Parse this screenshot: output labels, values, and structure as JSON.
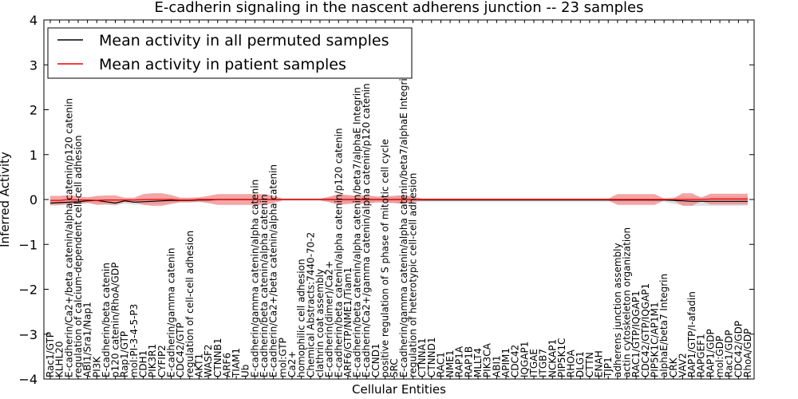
{
  "chart_data": {
    "type": "line",
    "title": "E-cadherin signaling in the nascent adherens junction -- 23 samples",
    "xlabel": "Cellular Entities",
    "ylabel": "Inferred Activity",
    "ylim": [
      -4,
      4
    ],
    "yticks": [
      "4",
      "3",
      "2",
      "1",
      "0",
      "−1",
      "−2",
      "−3",
      "−4"
    ],
    "grid": false,
    "legend_position": "top-left",
    "categories": [
      "Rac1/GTP",
      "KLHL20",
      "E-cadherin/Ca2+/beta catenin/alpha catenin/p120 catenin",
      "regulation of calcium-dependent cell-cell adhesion",
      "ABI1/Sra1/Nap1",
      "PI3K",
      "E-cadherin/beta catenin",
      "p120 catenin/RhoA/GDP",
      "Rap1/GTP",
      "mol:PI-3-4-5-P3",
      "CDH1",
      "PIK3R1",
      "CYFIP2",
      "E-cadherin/gamma catenin",
      "CDC42/GTP",
      "regulation of cell-cell adhesion",
      "AKT1",
      "WASF2",
      "CTNNB1",
      "ARF6",
      "TIAM1",
      "Ub",
      "E-cadherin/gamma catenin/alpha catenin",
      "E-cadherin/beta catenin/alpha catenin",
      "E-cadherin/Ca2+/beta catenin/alpha catenin",
      "mol:GTP",
      "Ca2+",
      "homophilic cell adhesion",
      "Chemical Abstracts:7440-70-2",
      "clathrin coat assembly",
      "E-cadherin(dimer)/Ca2+",
      "E-cadherin/beta catenin/alpha catenin/p120 catenin",
      "ARF6/GTP/NME1/Tiam1",
      "E-cadherin/beta catenin/alpha catenin/beta7/alphaE Integrin",
      "E-cadherin/Ca2+/gamma catenin/alpha catenin/p120 catenin",
      "CCND1",
      "positive regulation of S phase of mitotic cell cycle",
      "SRC",
      "E-cadherin/gamma catenin/alpha catenin/beta7/alphaE Integrin",
      "regulation of heterotypic cell-cell adhesion",
      "CTNNA1",
      "CTNND1",
      "RAC1",
      "NME1",
      "RAP1A",
      "RAP1B",
      "MLLT4",
      "PIK3CA",
      "ABI1",
      "APIM1",
      "CDC42",
      "IQGAP1",
      "ITGAE",
      "ITGB7",
      "NCKAP1",
      "PIP5K1C",
      "RHOA",
      "DLG1",
      "CTTN",
      "ENAH",
      "TJP1",
      "adherens junction assembly",
      "actin cytoskeleton organization",
      "RAC1/GTP/IQGAP1",
      "CDC42/GTP/IQGAP1",
      "PIP5K1C/AP1M1",
      "alphaE/beta7 Integrin",
      "CRK",
      "VAV2",
      "RAP1/GTP/I-afadin",
      "RAPGEF1",
      "RAP1/GDP",
      "mol:GDP",
      "Rac1/GDP",
      "CDC42/GDP",
      "RhoA/GDP"
    ],
    "series": [
      {
        "name": "Mean activity in all permuted samples",
        "color": "#000000",
        "band_color": "#bbbbbb",
        "values": [
          -0.08,
          -0.07,
          -0.06,
          -0.05,
          -0.03,
          -0.02,
          -0.05,
          -0.08,
          -0.03,
          -0.06,
          -0.05,
          -0.04,
          -0.03,
          -0.02,
          -0.02,
          -0.02,
          -0.01,
          -0.01,
          0.0,
          0.0,
          0.0,
          0.0,
          0.0,
          0.0,
          0.0,
          0.0,
          0.0,
          0.0,
          0.0,
          0.0,
          0.0,
          0.0,
          0.0,
          0.0,
          0.0,
          0.0,
          0.0,
          0.0,
          0.0,
          0.0,
          -0.01,
          -0.01,
          -0.01,
          -0.01,
          -0.01,
          -0.01,
          -0.01,
          -0.01,
          -0.01,
          -0.01,
          -0.01,
          -0.01,
          -0.01,
          -0.01,
          -0.01,
          -0.01,
          -0.01,
          -0.01,
          -0.01,
          -0.01,
          -0.01,
          -0.01,
          -0.01,
          -0.01,
          -0.01,
          -0.01,
          -0.01,
          -0.02,
          -0.03,
          -0.04,
          -0.04,
          -0.04,
          -0.04,
          -0.04,
          -0.04,
          -0.04
        ],
        "band": [
          0.06,
          0.06,
          0.06,
          0.06,
          0.06,
          0.06,
          0.06,
          0.06,
          0.06,
          0.06,
          0.06,
          0.06,
          0.06,
          0.06,
          0.05,
          0.05,
          0.05,
          0.04,
          0.02,
          0.02,
          0.02,
          0.02,
          0.02,
          0.02,
          0.02,
          0.02,
          0.02,
          0.02,
          0.02,
          0.02,
          0.06,
          0.08,
          0.08,
          0.08,
          0.08,
          0.08,
          0.08,
          0.08,
          0.08,
          0.06,
          0.04,
          0.04,
          0.04,
          0.04,
          0.04,
          0.04,
          0.04,
          0.04,
          0.04,
          0.04,
          0.04,
          0.04,
          0.04,
          0.04,
          0.04,
          0.04,
          0.04,
          0.04,
          0.04,
          0.04,
          0.04,
          0.04,
          0.04,
          0.04,
          0.04,
          0.04,
          0.04,
          0.08,
          0.1,
          0.1,
          0.1,
          0.1,
          0.1,
          0.1,
          0.1,
          0.1
        ]
      },
      {
        "name": "Mean activity in patient samples",
        "color": "#ee0000",
        "band_color": "#f08080",
        "values": [
          -0.02,
          -0.02,
          0.0,
          -0.01,
          -0.01,
          -0.02,
          -0.01,
          -0.01,
          -0.01,
          -0.01,
          0.0,
          0.0,
          0.0,
          0.0,
          -0.01,
          -0.01,
          0.0,
          0.0,
          0.0,
          0.0,
          0.0,
          0.0,
          0.0,
          0.0,
          0.0,
          0.0,
          0.0,
          0.0,
          0.0,
          0.0,
          0.0,
          0.0,
          0.0,
          0.0,
          0.0,
          0.0,
          0.0,
          0.0,
          0.0,
          0.0,
          0.0,
          0.0,
          0.0,
          0.0,
          0.0,
          0.0,
          0.0,
          0.0,
          0.0,
          0.0,
          0.0,
          0.0,
          0.0,
          0.0,
          0.0,
          0.0,
          0.0,
          0.0,
          0.0,
          0.0,
          0.0,
          0.0,
          0.0,
          0.0,
          0.0,
          0.0,
          0.0,
          0.0,
          0.0,
          0.0,
          0.0,
          0.01,
          0.01,
          0.01,
          0.01,
          0.01
        ],
        "band": [
          0.1,
          0.1,
          0.1,
          0.08,
          0.06,
          0.1,
          0.1,
          0.1,
          0.05,
          0.05,
          0.12,
          0.14,
          0.14,
          0.1,
          0.05,
          0.05,
          0.05,
          0.08,
          0.12,
          0.12,
          0.12,
          0.12,
          0.12,
          0.12,
          0.08,
          0.02,
          0.02,
          0.02,
          0.02,
          0.02,
          0.06,
          0.12,
          0.1,
          0.08,
          0.1,
          0.06,
          0.06,
          0.08,
          0.1,
          0.06,
          0.02,
          0.02,
          0.02,
          0.02,
          0.02,
          0.02,
          0.02,
          0.02,
          0.02,
          0.02,
          0.02,
          0.02,
          0.02,
          0.02,
          0.02,
          0.02,
          0.02,
          0.02,
          0.02,
          0.02,
          0.02,
          0.12,
          0.12,
          0.12,
          0.12,
          0.12,
          0.02,
          0.02,
          0.14,
          0.14,
          0.04,
          0.12,
          0.12,
          0.12,
          0.12,
          0.12
        ]
      }
    ]
  }
}
